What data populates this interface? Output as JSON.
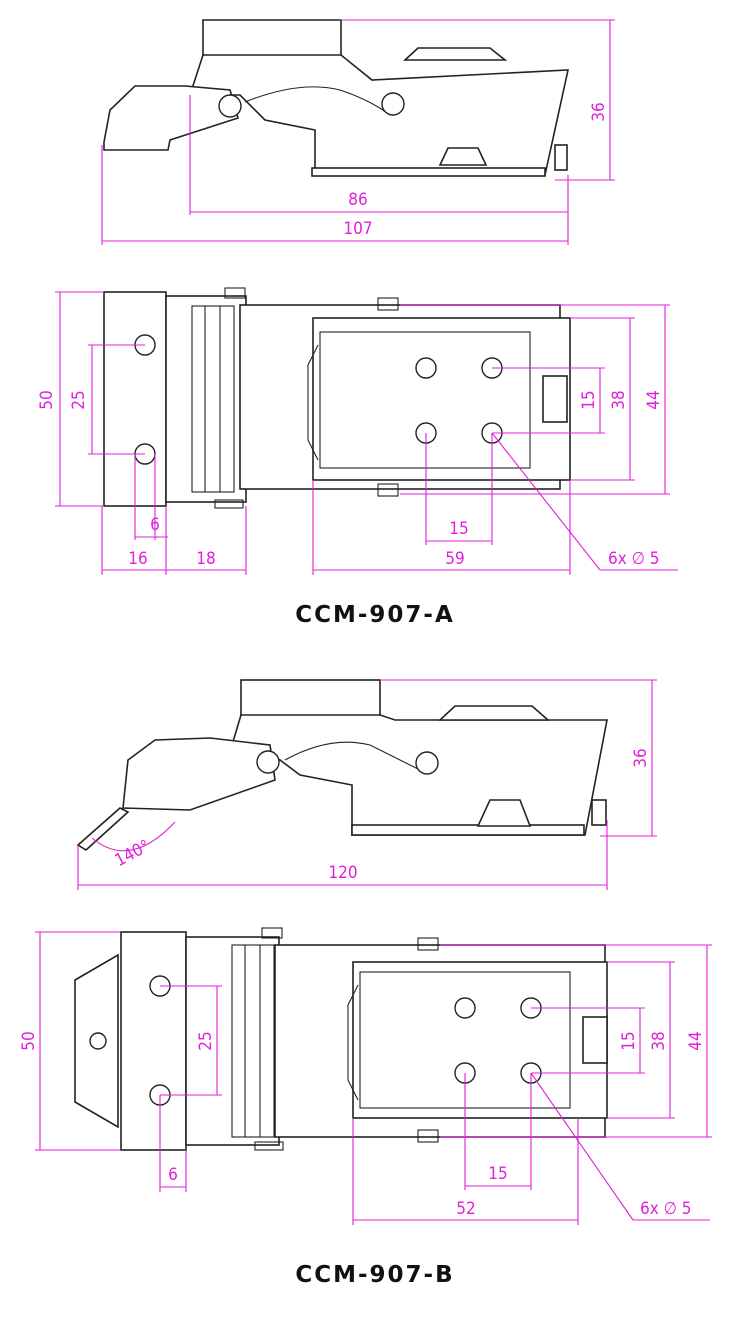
{
  "colors": {
    "line": "#222222",
    "dimension": "#e020d8",
    "background": "#ffffff"
  },
  "model_a": {
    "title": "CCM-907-A",
    "side_view": {
      "height": "36",
      "inner_length": "86",
      "total_length": "107"
    },
    "top_view": {
      "width": "50",
      "hole_spacing_left": "25",
      "hole_dia_left": "6",
      "offset_16": "16",
      "offset_18": "18",
      "hole_spacing_x": "15",
      "base_length": "59",
      "slot_15": "15",
      "rail_38": "38",
      "overall_44": "44",
      "hole_callout": "6x ∅ 5"
    }
  },
  "model_b": {
    "title": "CCM-907-B",
    "side_view": {
      "height": "36",
      "total_length": "120",
      "angle": "140°"
    },
    "top_view": {
      "width": "50",
      "hole_spacing_left": "25",
      "hole_dia_left": "6",
      "hole_spacing_x": "15",
      "base_length": "52",
      "slot_15": "15",
      "rail_38": "38",
      "overall_44": "44",
      "hole_callout": "6x ∅ 5"
    }
  }
}
